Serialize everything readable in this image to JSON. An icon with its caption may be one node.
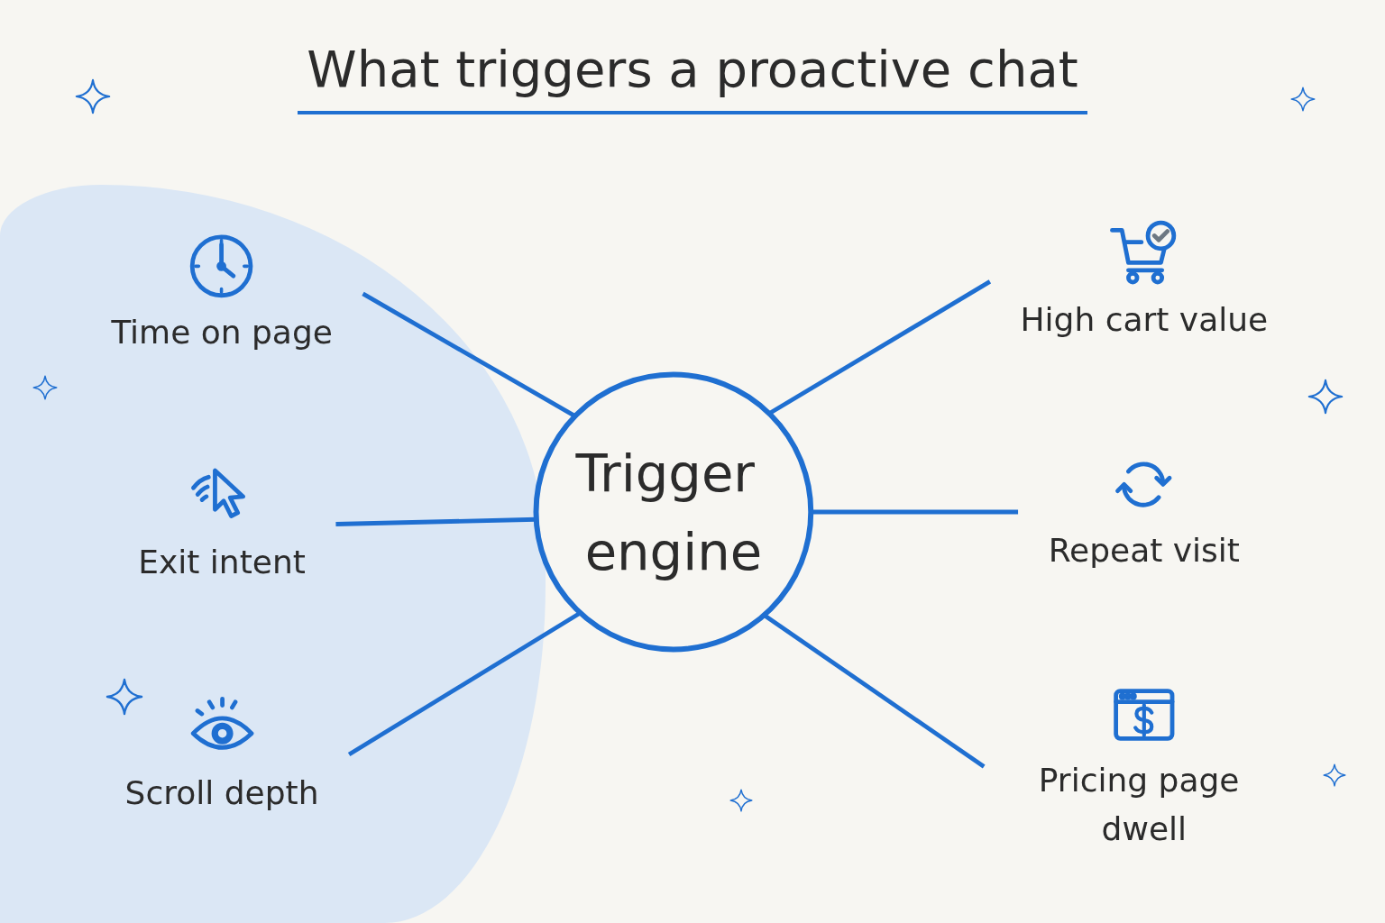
{
  "diagram": {
    "title": "What triggers a proactive chat",
    "nodes": [
      {
        "text": [
          "Time on page"
        ]
      },
      {
        "text": [
          "High cart value"
        ]
      },
      {
        "text": [
          "Exit intent"
        ]
      },
      {
        "text": [
          "Trigger engine"
        ]
      },
      {
        "text": [
          "Repeat visit"
        ]
      },
      {
        "text": [
          "Scroll depth"
        ]
      },
      {
        "text": [
          "Pricing page dwell"
        ]
      }
    ],
    "edges": [
      {
        "from": 0,
        "to": 3,
        "arrow": "none"
      },
      {
        "from": 2,
        "to": 3,
        "arrow": "none"
      },
      {
        "from": 5,
        "to": 3,
        "arrow": "none"
      },
      {
        "from": 3,
        "to": 1,
        "arrow": "none"
      },
      {
        "from": 3,
        "to": 4,
        "arrow": "none"
      },
      {
        "from": 3,
        "to": 6,
        "arrow": "none"
      }
    ]
  }
}
